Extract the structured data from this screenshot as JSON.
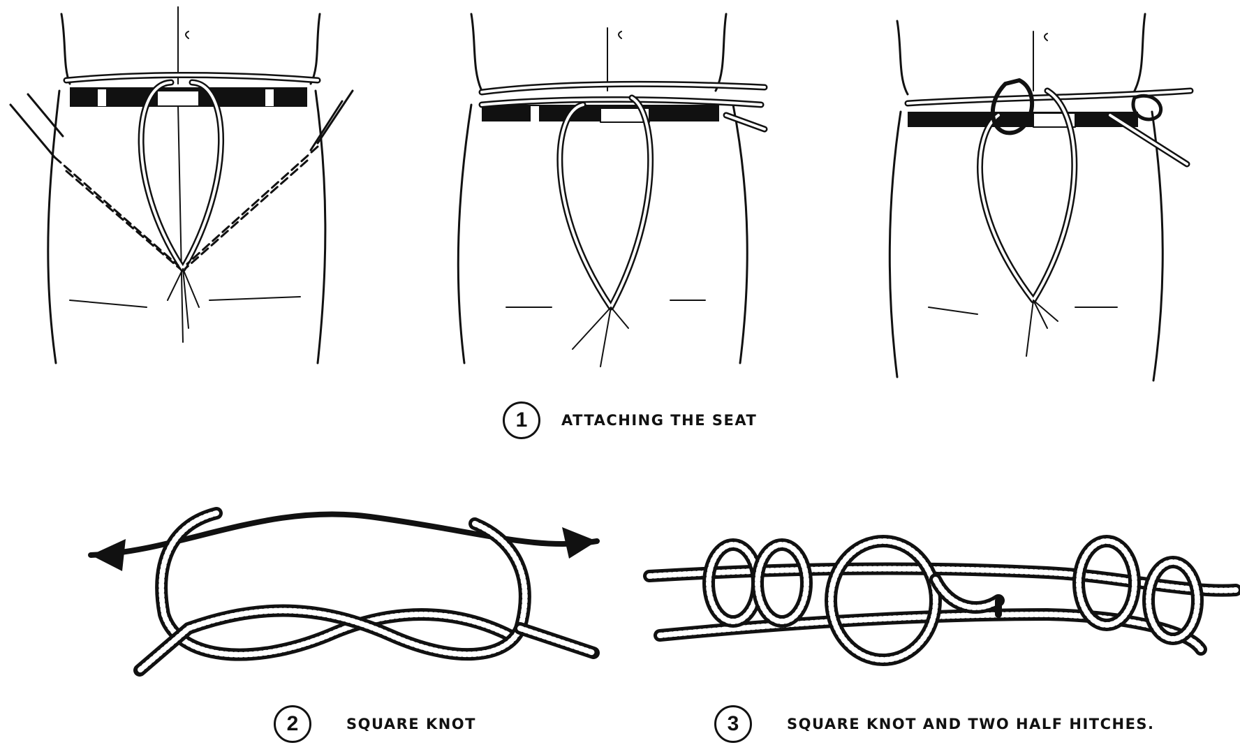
{
  "figures": [
    {
      "number": "1",
      "caption": "ATTACHING THE SEAT"
    },
    {
      "number": "2",
      "caption": "SQUARE KNOT"
    },
    {
      "number": "3",
      "caption": "SQUARE KNOT AND TWO HALF HITCHES."
    }
  ],
  "colors": {
    "ink": "#111111",
    "paper": "#ffffff"
  }
}
